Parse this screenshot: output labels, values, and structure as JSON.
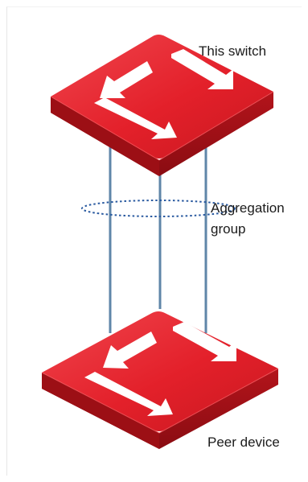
{
  "labels": {
    "this_switch": "This switch",
    "aggregation_line1": "Aggregation",
    "aggregation_line2": "group",
    "peer_device": "Peer device"
  },
  "colors": {
    "switch_top": "#e8202a",
    "switch_side": "#a10f16",
    "link": "#5f86a8",
    "group_ellipse": "#2a5aa0",
    "arrow": "#ffffff"
  },
  "icons": {
    "switch": "network-switch-icon"
  }
}
